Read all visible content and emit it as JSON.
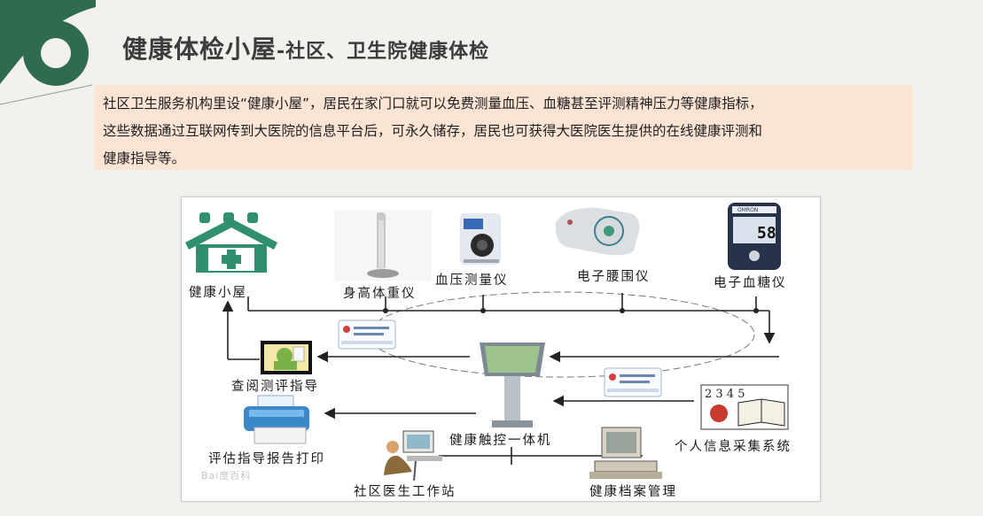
{
  "slide": {
    "title": "健康体检小屋",
    "subtitle": "-社区、卫生院健康体检",
    "description_lines": [
      "社区卫生服务机构里设“健康小屋”，居民在家门口就可以免费测量血压、血糖甚至评测精神压力等健康指标，",
      "这些数据通过互联网传到大医院的信息平台后，可永久储存，居民也可获得大医院医生提供的在线健康评测和",
      "健康指导等。"
    ]
  },
  "diagram": {
    "nodes": {
      "health_hut": "健康小屋",
      "height_weight": "身高体重仪",
      "blood_pressure": "血压测量仪",
      "waist_meter": "电子腰围仪",
      "glucose_meter": "电子血糖仪",
      "review_guide": "查阅测评指导",
      "report_print": "评估指导报告打印",
      "kiosk": "健康触控一体机",
      "personal_info": "个人信息采集系统",
      "doctor_station": "社区医生工作站",
      "records": "健康档案管理"
    },
    "glucose_reading": "58",
    "glucose_brand": "OMRON",
    "watermark": "Bai度百科"
  },
  "colors": {
    "accent_green": "#2f6b4f",
    "hut_green": "#2f8f6f",
    "desc_bg": "#fbe4d4",
    "title_text": "#3c3c3c"
  }
}
